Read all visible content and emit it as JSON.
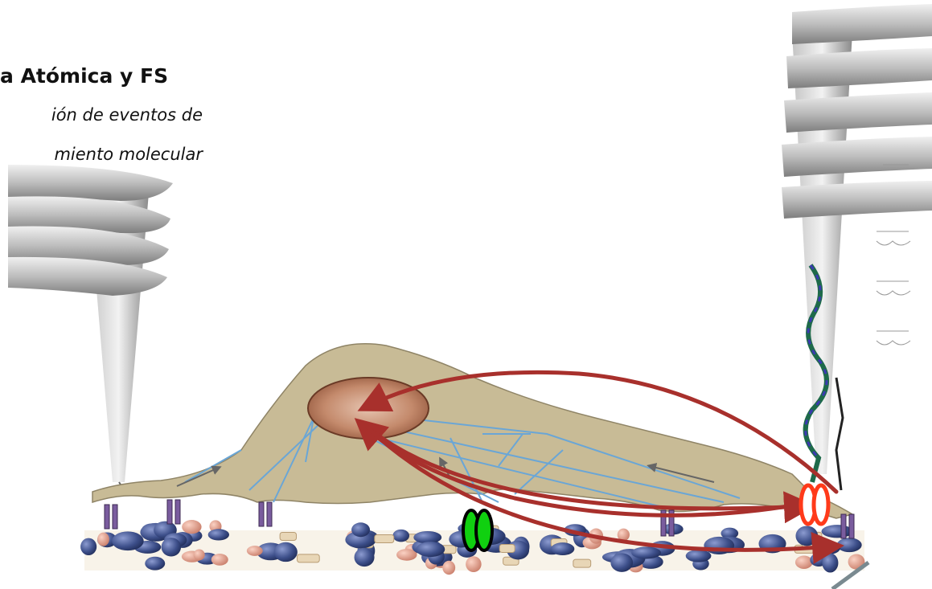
{
  "title": "a Atómica y FS",
  "subtitle_line1": "ión de eventos de",
  "subtitle_line2": "miento molecular",
  "colors": {
    "cell_body": "#c8bb96",
    "nucleus": "#b87a5c",
    "cytoskeleton": "#6aa6d6",
    "arrows": "#a8302c",
    "receptor_green": "#10d010",
    "receptor_red": "#ff3a1a",
    "matrix_blue": "#4a5a8f",
    "matrix_pink": "#d99a88",
    "matrix_beige": "#e8d6b6",
    "cantilever": "#9a9a9a"
  },
  "icons": [
    "afm-cantilever-left",
    "afm-cantilever-right",
    "cell",
    "nucleus",
    "integrin-green",
    "integrin-red",
    "extracellular-matrix",
    "protein-unfolding"
  ]
}
